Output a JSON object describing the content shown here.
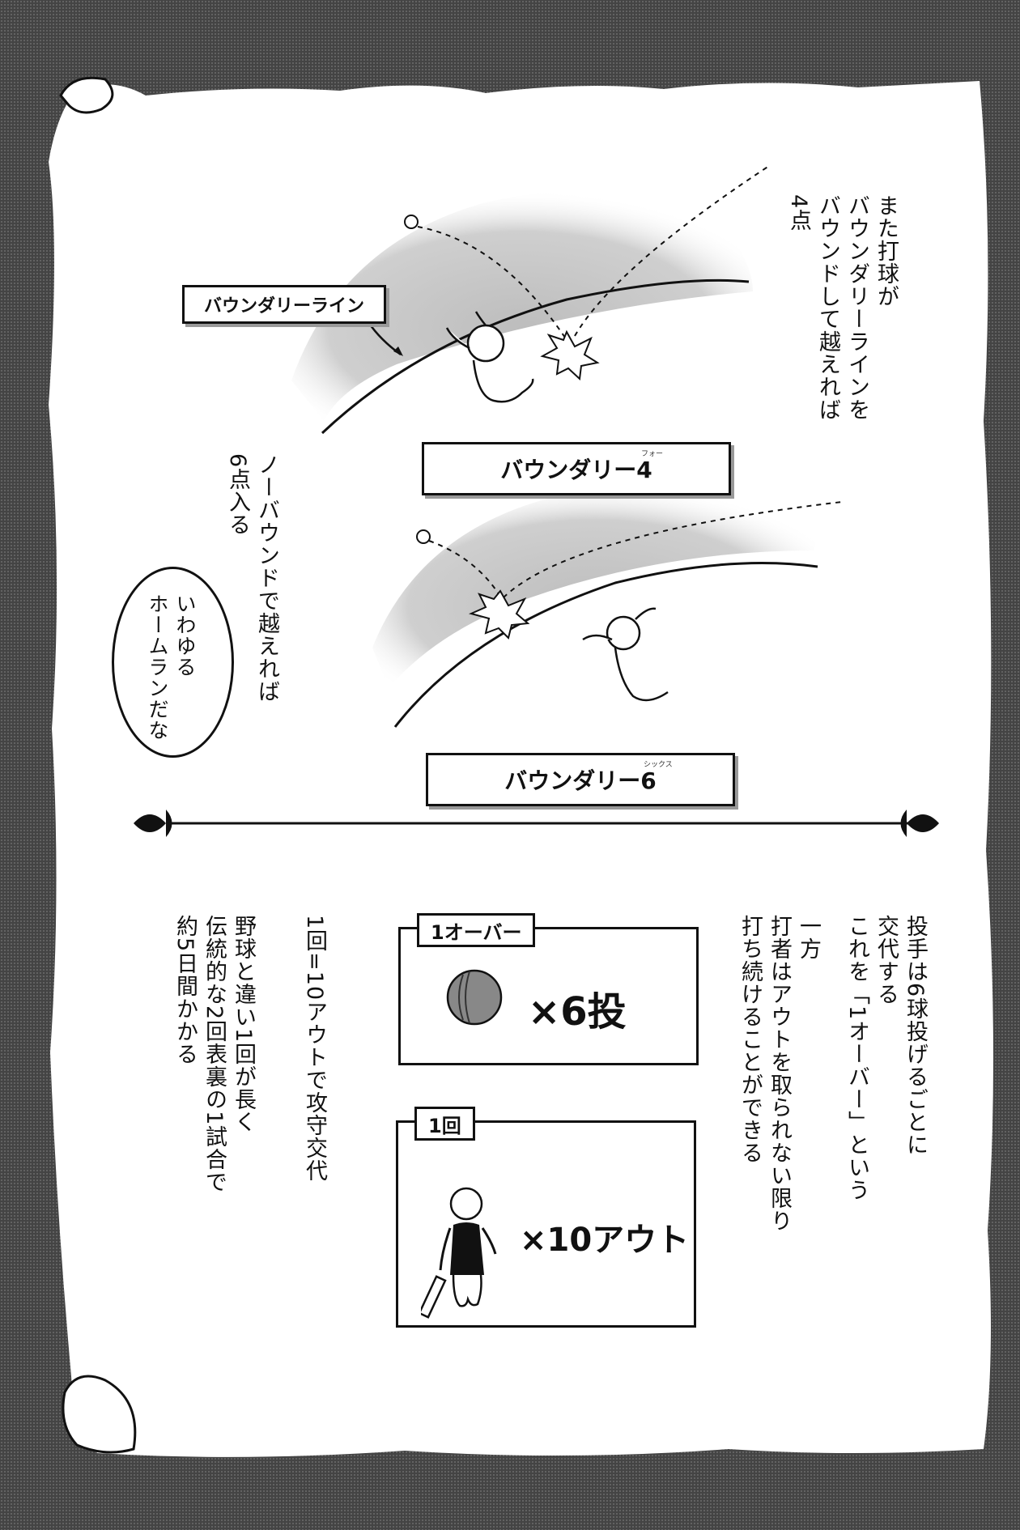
{
  "labels": {
    "boundary_line": "バウンダリーライン",
    "boundary_4": "バウンダリー4",
    "boundary_4_ruby": "フォー",
    "boundary_6": "バウンダリー6",
    "boundary_6_ruby": "シックス"
  },
  "captions": {
    "bound_four": [
      "また打球が",
      "バウンダリーラインを",
      "バウンドして越えれば",
      "4点"
    ],
    "no_bound_six": [
      "ノーバウンドで越えれば",
      "6点入る"
    ],
    "bubble": [
      "いわゆる",
      "ホームランだな"
    ],
    "bowler": [
      "投手は6球投げるごとに",
      "交代する",
      "これを「1オーバー」という"
    ],
    "batsman": [
      "一方",
      "打者はアウトを取られない限り",
      "打ち続けることができる"
    ],
    "innings": [
      "1回=10アウトで攻守交代"
    ],
    "match": [
      "野球と違い1回が長く",
      "伝統的な2回表裏の1試合で",
      "約5日間かかる"
    ]
  },
  "panels": {
    "over_title": "1オーバー",
    "over_value": "×6投",
    "innings_title": "1回",
    "innings_value": "×10アウト"
  },
  "colors": {
    "ink": "#111111",
    "border_gray": "#5a5a5a",
    "field_gray": "#c8c8c8"
  }
}
